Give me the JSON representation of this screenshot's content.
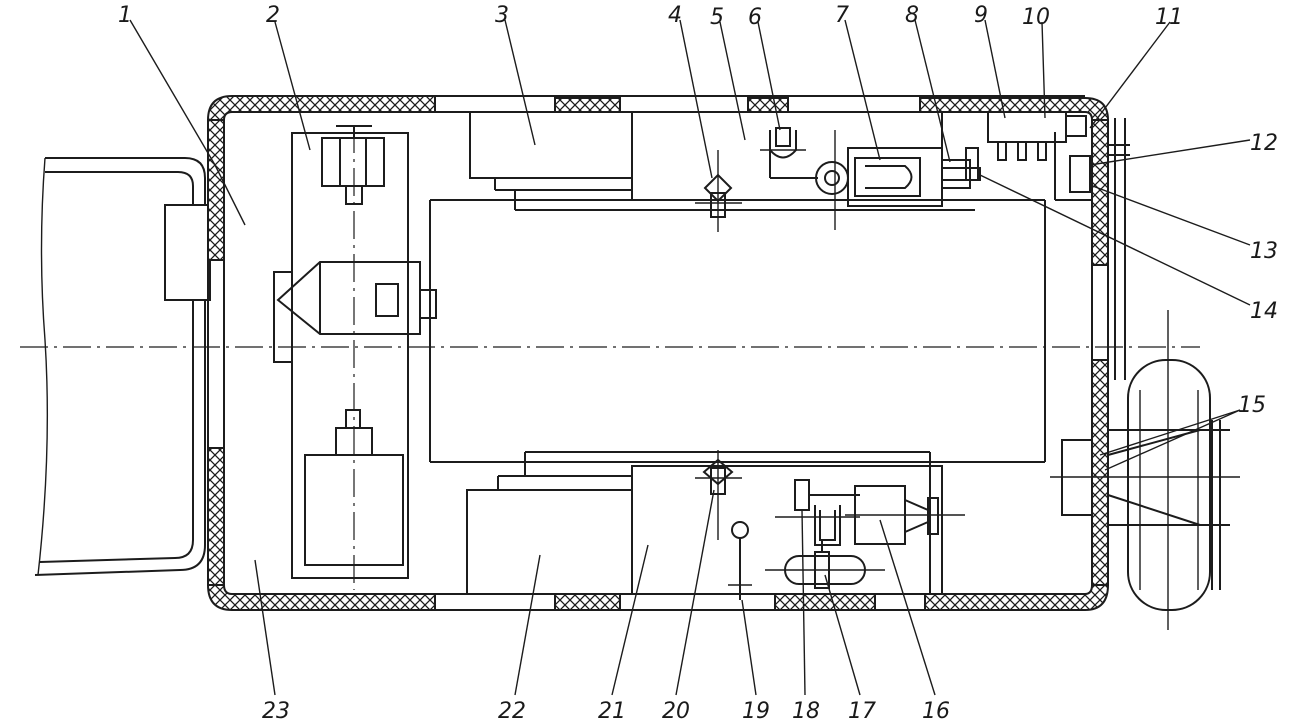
{
  "labels": [
    "1",
    "2",
    "3",
    "4",
    "5",
    "6",
    "7",
    "8",
    "9",
    "10",
    "11",
    "12",
    "13",
    "14",
    "15",
    "16",
    "17",
    "18",
    "19",
    "20",
    "21",
    "22",
    "23"
  ],
  "colors": {
    "ink": "#1c1c1c",
    "paper": "#ffffff"
  }
}
